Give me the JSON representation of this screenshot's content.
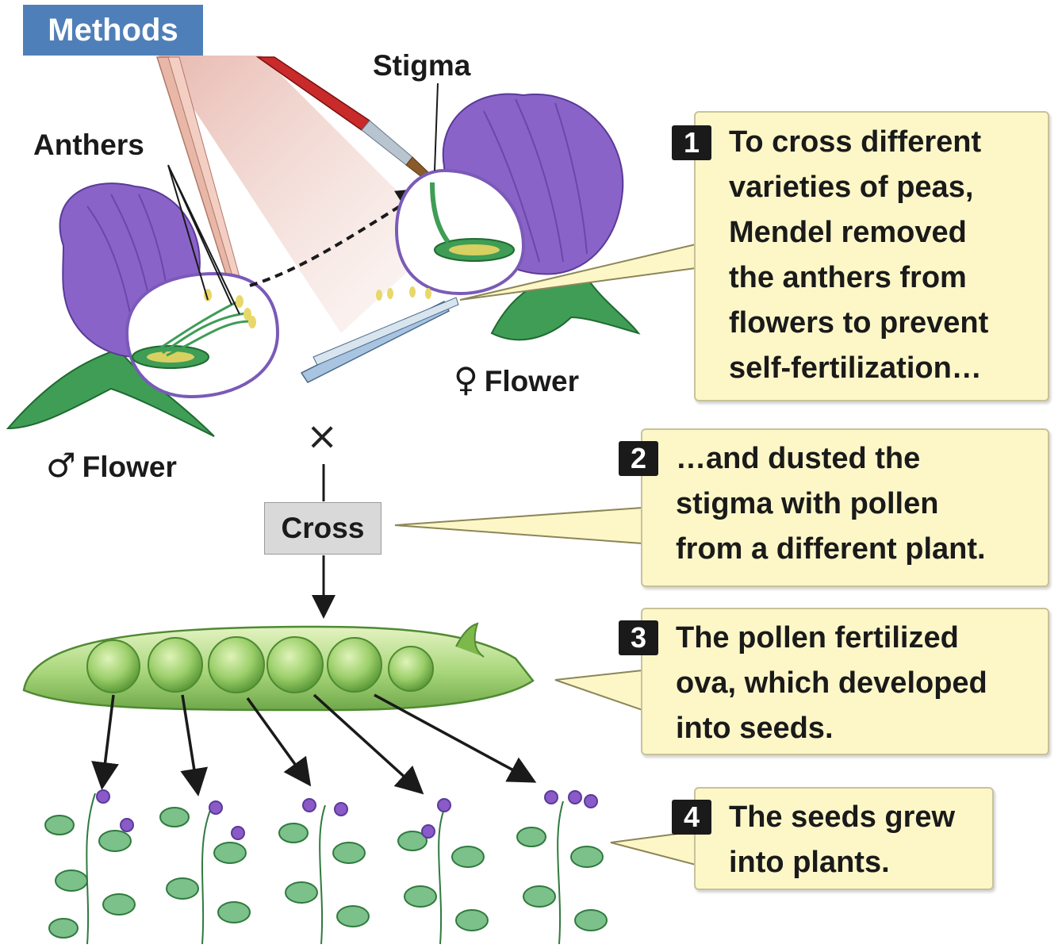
{
  "badge": "Methods",
  "labels": {
    "stigma": "Stigma",
    "anthers": "Anthers",
    "female_flower": "Flower",
    "male_flower": "Flower",
    "cross": "Cross"
  },
  "symbols": {
    "female": "♀",
    "male": "♂",
    "cross": "×"
  },
  "steps": [
    {
      "num": "1",
      "text": "To cross different\nvarieties of peas,\nMendel removed\nthe anthers from\nflowers to prevent\nself-fertilization…"
    },
    {
      "num": "2",
      "text": "…and dusted the\nstigma with pollen\nfrom a different plant."
    },
    {
      "num": "3",
      "text": "The pollen fertilized\nova, which developed\ninto seeds."
    },
    {
      "num": "4",
      "text": "The seeds grew\ninto plants."
    }
  ],
  "colors": {
    "badge_bg": "#4f7fb9",
    "callout_bg": "#fdf7c8",
    "petal": "#8a63c8",
    "leaf": "#3f9d56",
    "pea": "#9ccf6b"
  }
}
